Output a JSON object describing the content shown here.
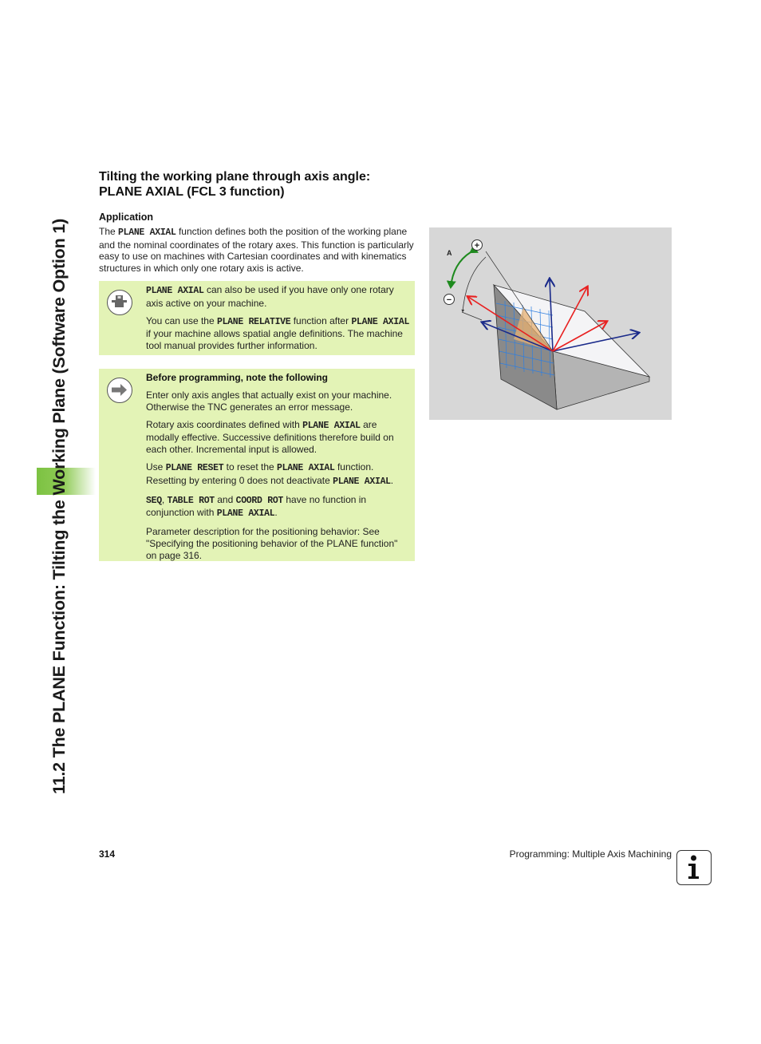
{
  "sidebar": {
    "chapter_title": "11.2 The PLANE Function: Tilting the Working Plane (Software Option 1)",
    "accent_color": "#7cc242"
  },
  "section": {
    "title_line1": "Tilting the working plane through axis angle:",
    "title_line2": "PLANE AXIAL (FCL 3 function)",
    "subheading": "Application",
    "intro": {
      "pre": "The ",
      "code": "PLANE AXIAL",
      "post": " function defines both the position of the working plane and the nominal coordinates of the rotary axes. This function is particularly easy to use on machines with Cartesian coordinates and with kinematics structures in which only one rotary axis is active."
    }
  },
  "machine_note": {
    "icon": "machine-icon",
    "p1": {
      "code": "PLANE AXIAL",
      "text": " can also be used if you have only one rotary axis active on your machine."
    },
    "p2": {
      "t1": "You can use the ",
      "c1": "PLANE RELATIVE",
      "t2": " function after ",
      "c2": "PLANE AXIAL",
      "t3": " if your machine allows spatial angle definitions. The machine tool manual provides further information."
    },
    "background": "#e3f3b6"
  },
  "programming_note": {
    "icon": "arrow-right-icon",
    "heading": "Before programming, note the following",
    "p1": "Enter only axis angles that actually exist on your machine. Otherwise the TNC generates an error message.",
    "p2": {
      "t1": "Rotary axis coordinates defined with ",
      "c1": "PLANE AXIAL",
      "t2": " are modally effective. Successive definitions therefore build on each other. Incremental input is allowed."
    },
    "p3": {
      "t1": "Use ",
      "c1": "PLANE RESET",
      "t2": " to reset the ",
      "c2": "PLANE AXIAL",
      "t3": " function. Resetting by entering 0 does not deactivate ",
      "c3": "PLANE AXIAL",
      "t4": "."
    },
    "p4": {
      "c1": "SEQ",
      "t1": ", ",
      "c2": "TABLE ROT",
      "t2": " and ",
      "c3": "COORD ROT",
      "t3": " have no function in conjunction with ",
      "c4": "PLANE AXIAL",
      "t4": "."
    },
    "p5": "Parameter description for the positioning behavior: See \"Specifying the positioning behavior of the PLANE function\" on page 316."
  },
  "figure": {
    "axis_label": "A",
    "plus_label": "+",
    "minus_label": "−",
    "background": "#d7d7d7"
  },
  "footer": {
    "page_number": "314",
    "chapter": "Programming: Multiple Axis Machining",
    "info_icon": "i"
  }
}
